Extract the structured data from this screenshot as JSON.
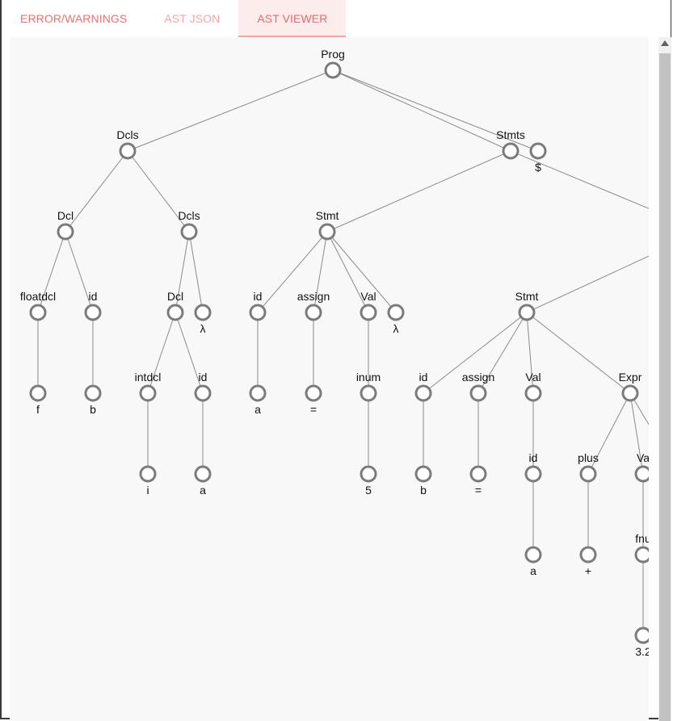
{
  "tabs": [
    {
      "label": "ERROR/WARNINGS",
      "active": false
    },
    {
      "label": "AST JSON",
      "active": false
    },
    {
      "label": "AST VIEWER",
      "active": true
    }
  ],
  "tree": {
    "nodes": [
      {
        "id": "prog",
        "label": "Prog"
      },
      {
        "id": "dcls1",
        "label": "Dcls"
      },
      {
        "id": "stmts1",
        "label": "Stmts"
      },
      {
        "id": "dollar",
        "label": "$"
      },
      {
        "id": "dcl1",
        "label": "Dcl"
      },
      {
        "id": "dcls2",
        "label": "Dcls"
      },
      {
        "id": "stmt1",
        "label": "Stmt"
      },
      {
        "id": "floatdcl",
        "label": "floatdcl"
      },
      {
        "id": "id1",
        "label": "id"
      },
      {
        "id": "dcl2",
        "label": "Dcl"
      },
      {
        "id": "lambda1",
        "label": "λ"
      },
      {
        "id": "id2",
        "label": "id"
      },
      {
        "id": "assign1",
        "label": "assign"
      },
      {
        "id": "val1",
        "label": "Val"
      },
      {
        "id": "lambda2",
        "label": "λ"
      },
      {
        "id": "stmt2",
        "label": "Stmt"
      },
      {
        "id": "f",
        "label": "f"
      },
      {
        "id": "b1",
        "label": "b"
      },
      {
        "id": "intdcl",
        "label": "intdcl"
      },
      {
        "id": "id3",
        "label": "id"
      },
      {
        "id": "a1",
        "label": "a"
      },
      {
        "id": "eq1",
        "label": "="
      },
      {
        "id": "inum",
        "label": "inum"
      },
      {
        "id": "id4",
        "label": "id"
      },
      {
        "id": "assign2",
        "label": "assign"
      },
      {
        "id": "val2",
        "label": "Val"
      },
      {
        "id": "expr",
        "label": "Expr"
      },
      {
        "id": "i",
        "label": "i"
      },
      {
        "id": "a2",
        "label": "a"
      },
      {
        "id": "five",
        "label": "5"
      },
      {
        "id": "b2",
        "label": "b"
      },
      {
        "id": "eq2",
        "label": "="
      },
      {
        "id": "id5",
        "label": "id"
      },
      {
        "id": "plus",
        "label": "plus"
      },
      {
        "id": "val3",
        "label": "Va"
      },
      {
        "id": "a3",
        "label": "a"
      },
      {
        "id": "plussym",
        "label": "+"
      },
      {
        "id": "fnum",
        "label": "fnu"
      },
      {
        "id": "num32",
        "label": "3.2"
      }
    ],
    "edges": [
      [
        "prog",
        "dcls1"
      ],
      [
        "prog",
        "stmts1"
      ],
      [
        "prog",
        "dollar"
      ],
      [
        "dcls1",
        "dcl1"
      ],
      [
        "dcls1",
        "dcls2"
      ],
      [
        "stmts1",
        "stmt1"
      ],
      [
        "stmts1",
        "stmts_off"
      ],
      [
        "dcl1",
        "floatdcl"
      ],
      [
        "dcl1",
        "id1"
      ],
      [
        "dcls2",
        "dcl2"
      ],
      [
        "dcls2",
        "lambda1"
      ],
      [
        "stmt1",
        "id2"
      ],
      [
        "stmt1",
        "assign1"
      ],
      [
        "stmt1",
        "val1"
      ],
      [
        "stmt1",
        "lambda2"
      ],
      [
        "stmts_off2",
        "stmt2"
      ],
      [
        "floatdcl",
        "f"
      ],
      [
        "id1",
        "b1"
      ],
      [
        "dcl2",
        "intdcl"
      ],
      [
        "dcl2",
        "id3"
      ],
      [
        "id2",
        "a1"
      ],
      [
        "assign1",
        "eq1"
      ],
      [
        "val1",
        "inum"
      ],
      [
        "stmt2",
        "id4"
      ],
      [
        "stmt2",
        "assign2"
      ],
      [
        "stmt2",
        "val2"
      ],
      [
        "stmt2",
        "expr"
      ],
      [
        "intdcl",
        "i"
      ],
      [
        "id3",
        "a2"
      ],
      [
        "inum",
        "five"
      ],
      [
        "id4",
        "b2"
      ],
      [
        "assign2",
        "eq2"
      ],
      [
        "val2",
        "id5"
      ],
      [
        "expr",
        "plus"
      ],
      [
        "expr",
        "val3"
      ],
      [
        "expr",
        "expr_off"
      ],
      [
        "id5",
        "a3"
      ],
      [
        "plus",
        "plussym"
      ],
      [
        "val3",
        "fnum"
      ],
      [
        "fnum",
        "num32"
      ]
    ]
  }
}
